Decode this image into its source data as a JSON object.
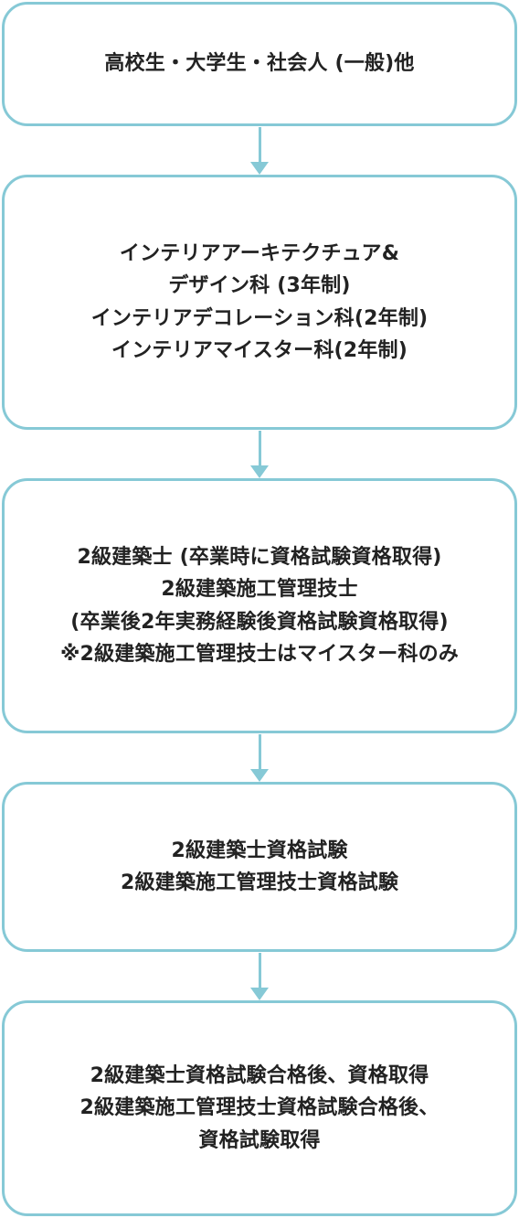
{
  "steps": [
    {
      "lines": [
        "高校生・大学生・社会人 (一般)他"
      ]
    },
    {
      "lines": [
        "インテリアアーキテクチュア&",
        "デザイン科 (3年制)",
        "インテリアデコレーション科(2年制)",
        "インテリアマイスター科(2年制)"
      ]
    },
    {
      "lines": [
        "2級建築士 (卒業時に資格試験資格取得)",
        "2級建築施工管理技士",
        "(卒業後2年実務経験後資格試験資格取得)",
        "※2級建築施工管理技士はマイスター科のみ"
      ]
    },
    {
      "lines": [
        "2級建築士資格試験",
        "2級建築施工管理技士資格試験"
      ]
    },
    {
      "lines": [
        "2級建築士資格試験合格後、資格取得",
        "2級建築施工管理技士資格試験合格後、",
        "資格試験取得"
      ]
    }
  ],
  "colors": {
    "border": "#86c9d6",
    "arrow": "#86c9d6",
    "text": "#222222",
    "background": "#ffffff"
  },
  "icons": {
    "connector": "arrow-down-icon"
  }
}
